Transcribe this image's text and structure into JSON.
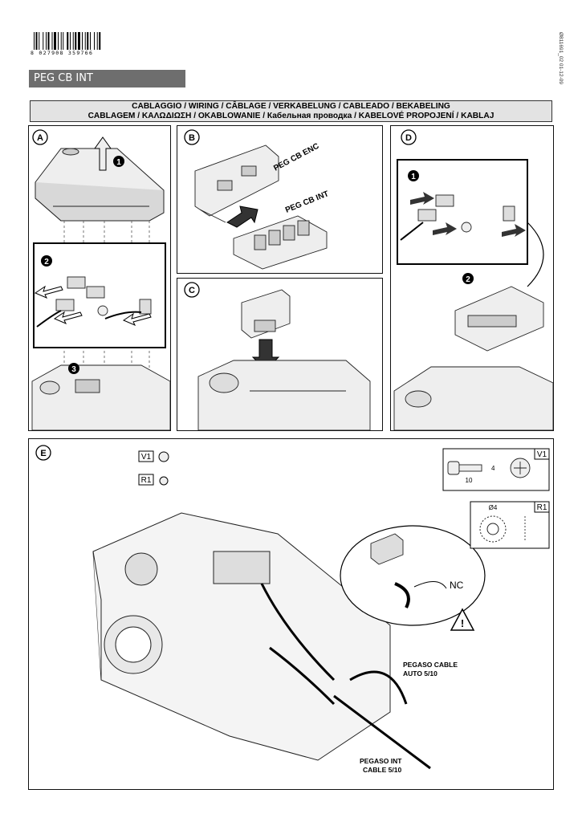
{
  "barcode": {
    "number": "8 027908 359766"
  },
  "product_title": "PEG CB INT",
  "document_code": "Ø811691_02 01-12-09",
  "header": {
    "line1": "CABLAGGIO / WIRING / CÂBLAGE  / VERKABELUNG / CABLEADO / BEKABELING",
    "line2": "CABLAGEM / ΚΑΛΩΔΙΩΣΗ / OKABLOWANIE / Кабельная проводка / KABELOVÉ PROPOJENÍ / KABLAJ"
  },
  "panels": {
    "a": {
      "letter": "A",
      "steps": [
        "1",
        "2",
        "3"
      ]
    },
    "b": {
      "letter": "B",
      "label_enc": "PEG CB ENC",
      "label_int": "PEG CB INT"
    },
    "c": {
      "letter": "C"
    },
    "d": {
      "letter": "D",
      "steps": [
        "1",
        "2"
      ]
    },
    "e": {
      "letter": "E",
      "screw_tag": "V1",
      "washer_tag": "R1",
      "nc_label": "NC",
      "cable_auto": [
        "PEGASO CABLE",
        "AUTO 5/10"
      ],
      "cable_int": [
        "PEGASO INT",
        "CABLE 5/10"
      ],
      "screw_detail": {
        "tag": "V1",
        "length": "10",
        "diameter": "4"
      },
      "washer_detail": {
        "tag": "R1",
        "diameter": "Ø4"
      }
    }
  },
  "colors": {
    "title_bar": "#6e6e6e",
    "header_bg": "#e3e3e3",
    "line": "#111111"
  }
}
